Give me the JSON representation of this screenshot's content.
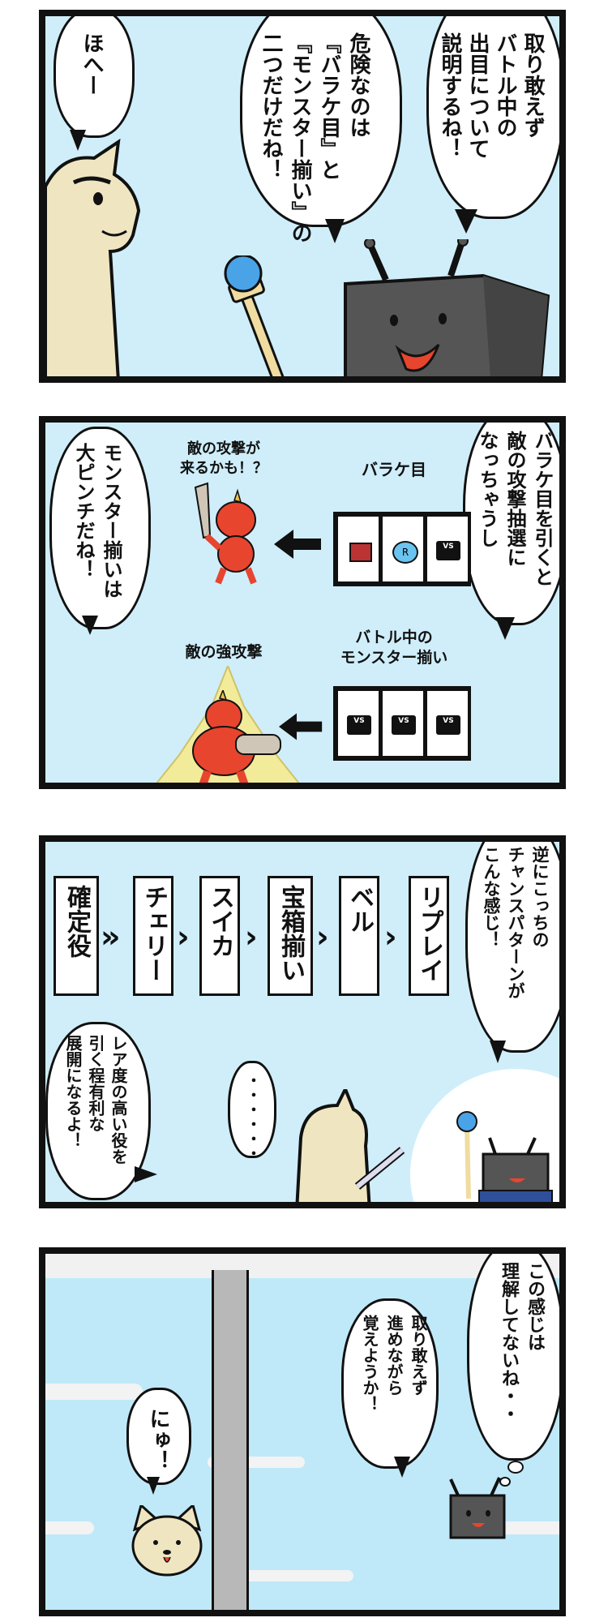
{
  "panel1": {
    "bubble_right": "取り敢えず\nバトル中の\n出目について\n説明するね！",
    "bubble_middle": "危険なのは\n『バラケ目』と\n『モンスター揃い』の\n二つだけだね！",
    "bubble_left": "ほへー"
  },
  "panel2": {
    "bubble_right": "バラケ目を引くと\n敵の攻撃抽選に\nなっちゃうし",
    "bubble_left": "モンスター揃いは\n大ピンチだね！",
    "label_baraketime": "バラケ目",
    "label_monster_line1": "バトル中の",
    "label_monster_line2": "モンスター揃い",
    "label_enemy_attack_line1": "敵の攻撃が",
    "label_enemy_attack_line2": "来るかも！？",
    "label_strong_attack": "敵の強攻撃",
    "reel_icon_text": "VS"
  },
  "panel3": {
    "roles": [
      "確定役",
      "チェリー",
      "スイカ",
      "宝箱揃い",
      "ベル",
      "リプレイ"
    ],
    "bubble_right": "逆にこっちの\nチャンスパターンが\nこんな感じ！",
    "bubble_left": "レア度の高い役を\n引く程有利な\n展開になるよ！",
    "bubble_dots": "・・・・・・"
  },
  "panel4": {
    "bubble_right": "この感じは\n理解してないね・・",
    "bubble_middle": "取り敢えず\n進めながら\n覚えようか！",
    "bubble_left": "にゅ！"
  },
  "colors": {
    "sky": "#cfeefa",
    "robot_body": "#555555",
    "dog_fur": "#efe6c1",
    "enemy_red": "#e8452f",
    "aura_yellow": "#f2eb9a"
  }
}
